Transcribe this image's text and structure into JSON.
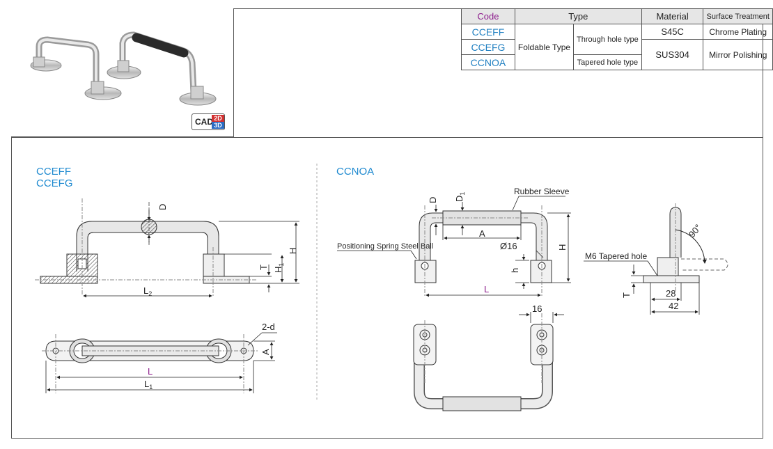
{
  "table": {
    "headers": {
      "code": "Code",
      "type": "Type",
      "material": "Material",
      "surface": "Surface Treatment"
    },
    "codes": [
      "CCEFF",
      "CCEFG",
      "CCNOA"
    ],
    "type_main": "Foldable Type",
    "type_sub": [
      "Through hole type",
      "Tapered hole type"
    ],
    "materials": [
      "S45C",
      "SUS304"
    ],
    "surfaces": [
      "Chrome Plating",
      "Mirror Polishing"
    ]
  },
  "photo": {
    "cad_label": "CAD",
    "cad_2d": "2D",
    "cad_3d": "3D"
  },
  "left_section": {
    "title_1": "CCEFF",
    "title_2": "CCEFG",
    "dims": {
      "D": "D",
      "H": "H",
      "T": "T",
      "H1": "H",
      "H1_sub": "1",
      "L2": "L",
      "L2_sub": "2",
      "d": "2-d",
      "A": "A",
      "L": "L",
      "L1": "L",
      "L1_sub": "1"
    }
  },
  "right_section": {
    "title": "CCNOA",
    "labels": {
      "rubber_sleeve": "Rubber Sleeve",
      "spring_ball": "Positioning Spring Steel Ball",
      "tapered_hole": "M6 Tapered hole"
    },
    "dims": {
      "D": "D",
      "D1": "D",
      "D1_sub": "1",
      "A": "A",
      "dia16": "Ø16",
      "H": "H",
      "h": "h",
      "L": "L",
      "w16": "16",
      "angle": "90°",
      "T": "T",
      "w28": "28",
      "w42": "42"
    }
  },
  "colors": {
    "accent_blue": "#1f8ad0",
    "code_purple": "#8b1a8b",
    "dim_L_color": "#8b1a8b"
  }
}
